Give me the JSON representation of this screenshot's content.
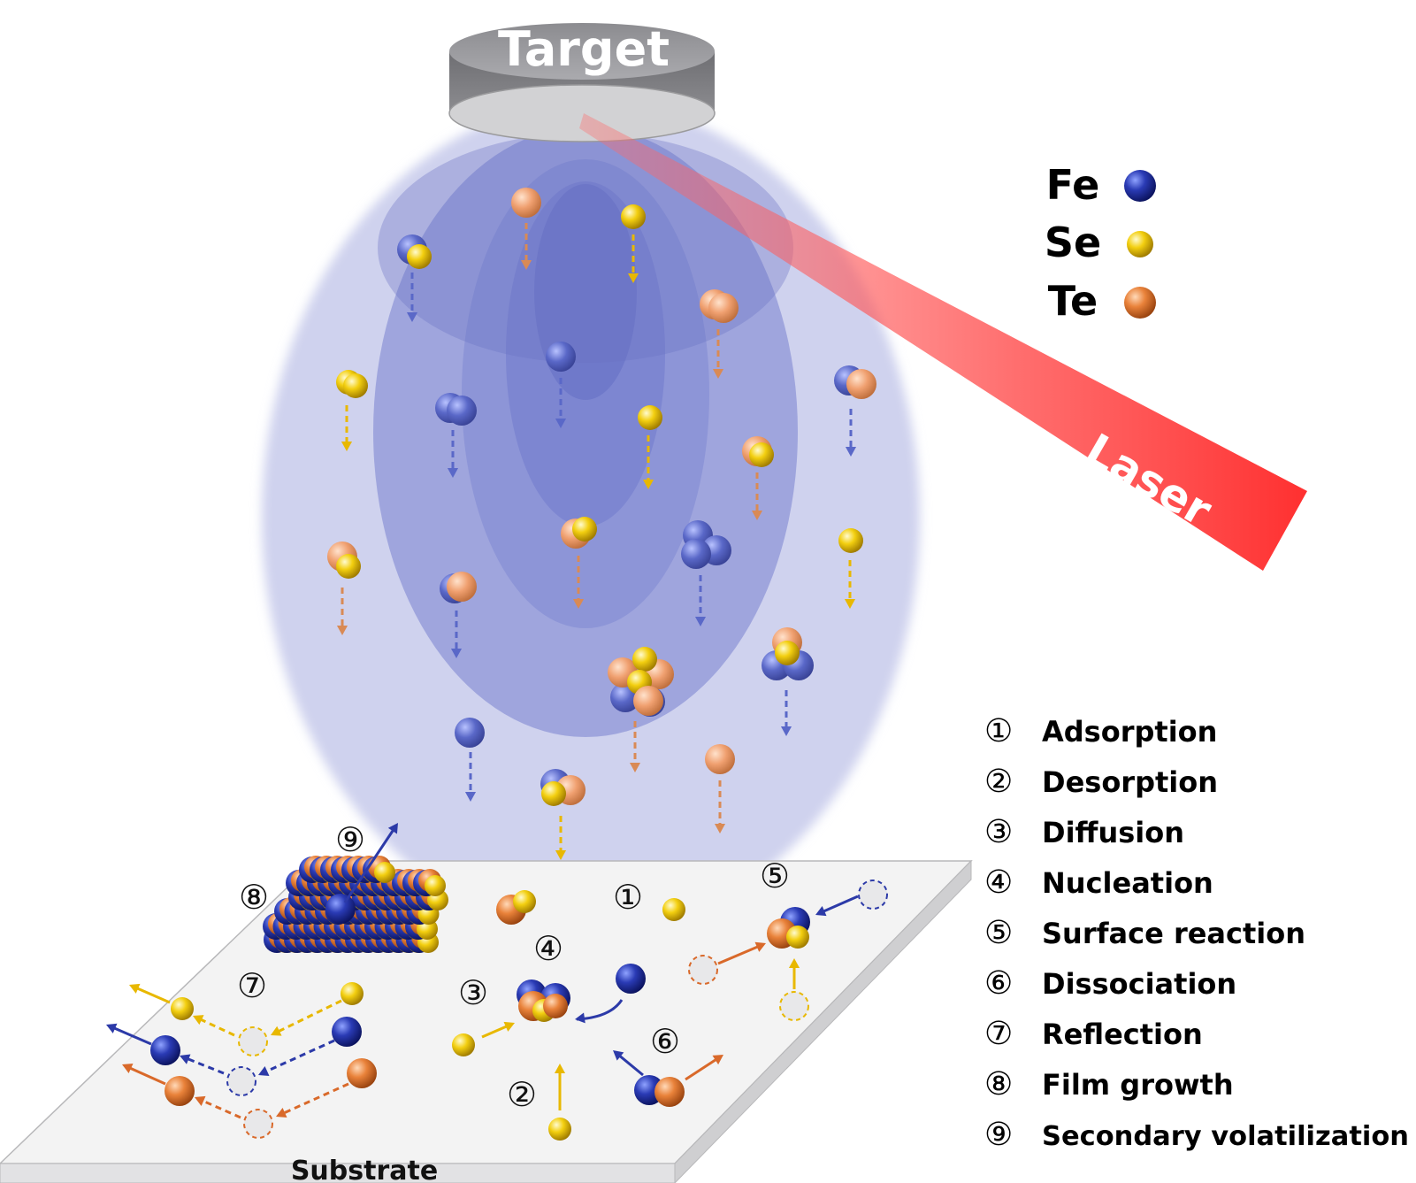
{
  "target_label": "Target",
  "laser_label": "Laser",
  "substrate_label": "Substrate",
  "legend": [
    {
      "symbol": "Fe",
      "color": "#1a2a9e"
    },
    {
      "symbol": "Se",
      "color": "#f0c400"
    },
    {
      "symbol": "Te",
      "color": "#e8792e"
    }
  ],
  "processes": [
    {
      "num": "①",
      "name": "Adsorption"
    },
    {
      "num": "②",
      "name": "Desorption"
    },
    {
      "num": "③",
      "name": "Diffusion"
    },
    {
      "num": "④",
      "name": "Nucleation"
    },
    {
      "num": "⑤",
      "name": "Surface reaction"
    },
    {
      "num": "⑥",
      "name": "Dissociation"
    },
    {
      "num": "⑦",
      "name": "Reflection"
    },
    {
      "num": "⑧",
      "name": "Film growth"
    },
    {
      "num": "⑨",
      "name": "Secondary volatilization"
    }
  ],
  "colors": {
    "fe": "#1a2a9e",
    "se": "#f0c400",
    "te": "#e8792e",
    "plume": "#5a63c8",
    "laser": "#ff3b3b"
  }
}
